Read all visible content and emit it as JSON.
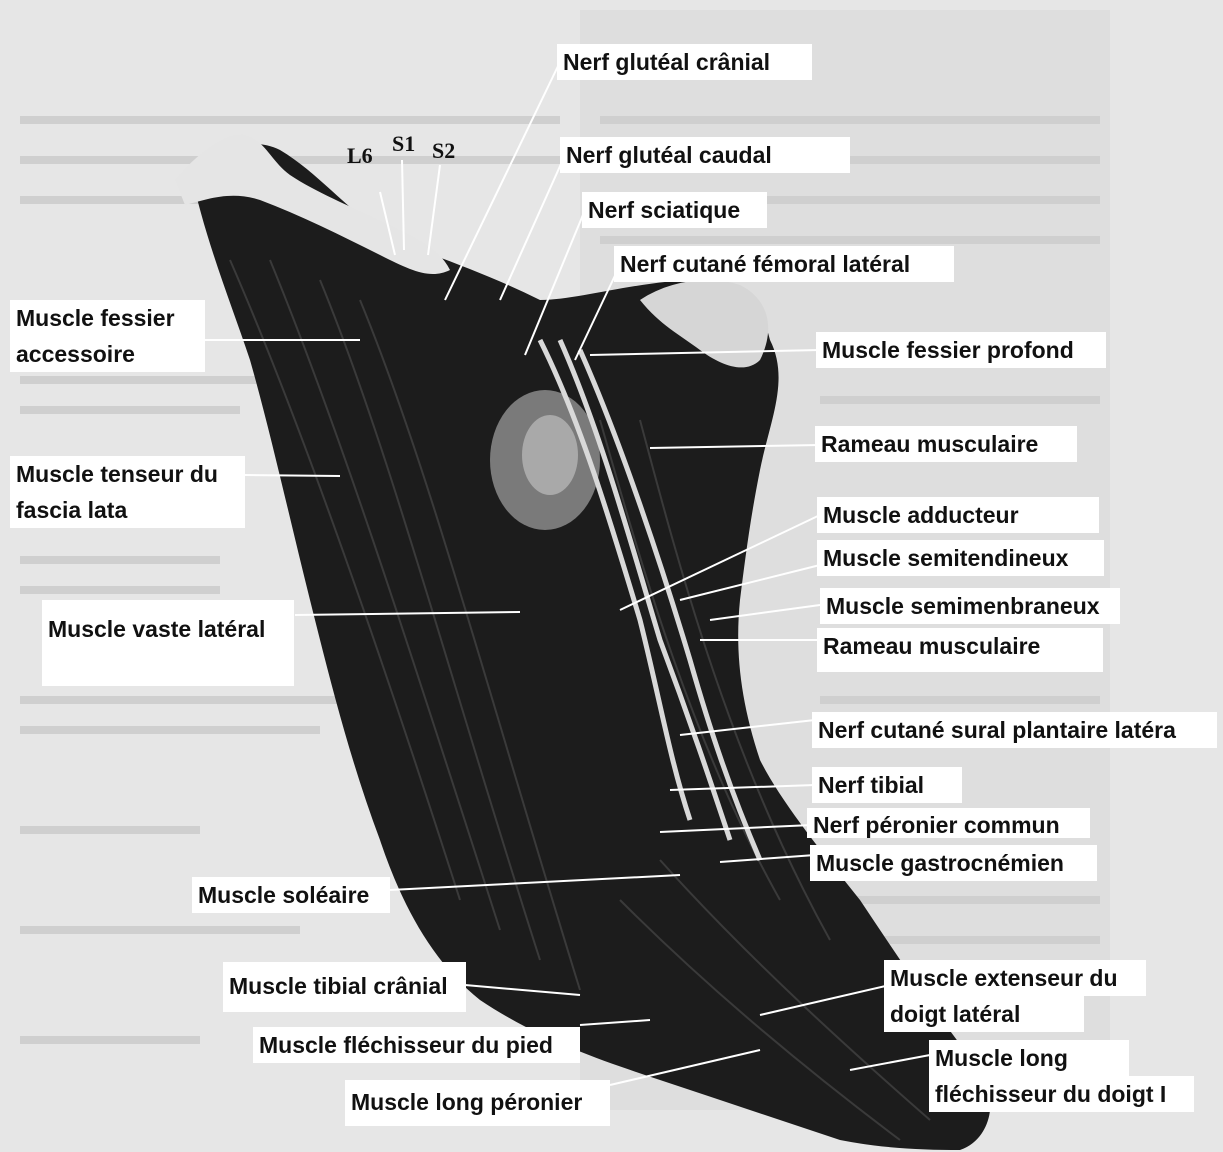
{
  "labels": {
    "nerf_gluteal_cranial": "Nerf glutéal crânial",
    "nerf_gluteal_caudal": "Nerf glutéal caudal",
    "nerf_sciatique": "Nerf sciatique",
    "nerf_cutane_femoral_lateral": "Nerf cutané fémoral latéral",
    "muscle_fessier_accessoire_1": "Muscle fessier",
    "muscle_fessier_accessoire_2": "accessoire",
    "muscle_fessier_profond": "Muscle fessier profond",
    "rameau_musculaire_1": "Rameau musculaire",
    "muscle_tenseur_1": "Muscle tenseur du",
    "muscle_tenseur_2": "fascia lata",
    "muscle_adducteur": "Muscle adducteur",
    "muscle_semitendineux": "Muscle semitendineux",
    "muscle_semimenbraneux": "Muscle semimenbraneux",
    "muscle_vaste_lateral": "Muscle vaste latéral",
    "rameau_musculaire_2": "Rameau musculaire",
    "nerf_cutane_sural": "Nerf cutané sural plantaire latéra",
    "nerf_tibial": "Nerf tibial",
    "nerf_peronier_commun": "Nerf péronier commun",
    "muscle_gastrocnemien": "Muscle gastrocnémien",
    "muscle_soleaire": "Muscle soléaire",
    "muscle_tibial_cranial": "Muscle tibial crânial",
    "muscle_extenseur_1": "Muscle extenseur du",
    "muscle_extenseur_2": "doigt latéral",
    "muscle_flechisseur_pied": "Muscle fléchisseur du pied",
    "muscle_long_flechisseur_1": "Muscle long",
    "muscle_long_flechisseur_2": "fléchisseur du doigt I",
    "muscle_long_peronier": "Muscle long péronier"
  },
  "vertebrae": {
    "l6": "L6",
    "s1": "S1",
    "s2": "S2"
  },
  "colors": {
    "background_page": "#e9e9e9",
    "muscle_dark": "#1c1c1c",
    "label_bg": "#ffffff",
    "line": "#ffffff"
  }
}
